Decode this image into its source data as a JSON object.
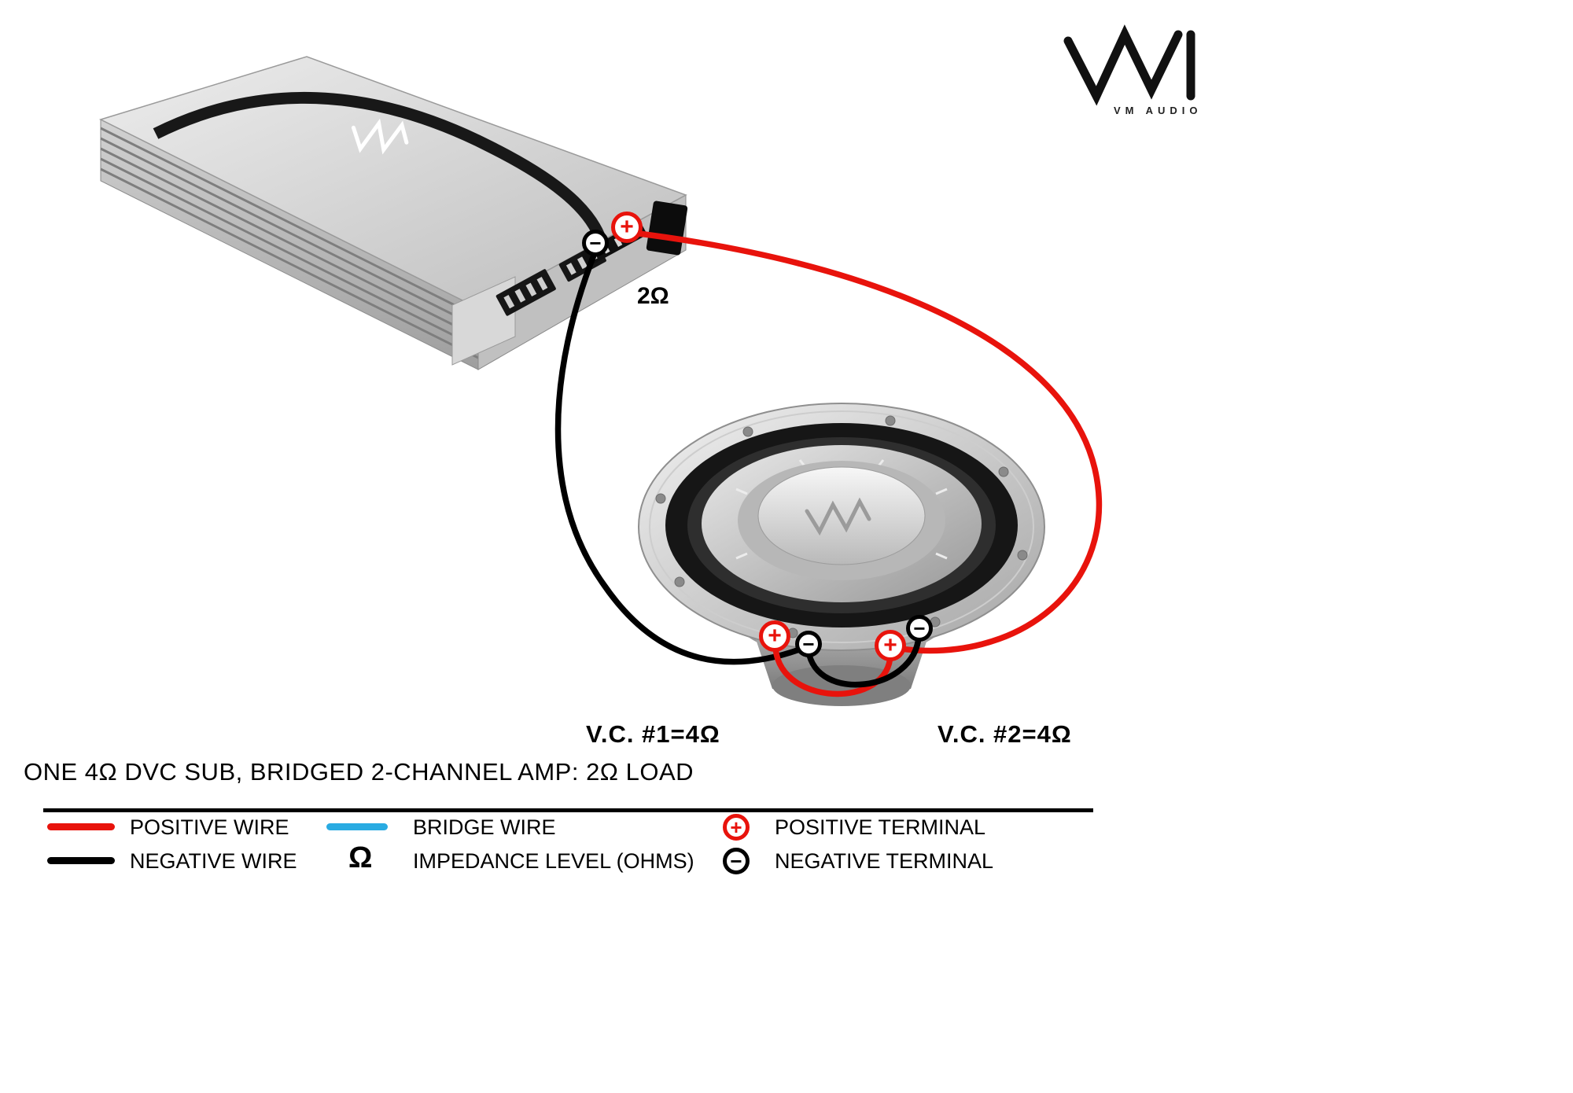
{
  "brand": {
    "name": "VM AUDIO"
  },
  "diagram": {
    "amp_ohm_label": "2Ω",
    "vc1_label": "V.C. #1=4Ω",
    "vc2_label": "V.C. #2=4Ω",
    "plus": "+",
    "minus": "−"
  },
  "title": "ONE 4Ω DVC SUB, BRIDGED 2-CHANNEL AMP: 2Ω LOAD",
  "legend": {
    "positive_wire": "POSITIVE WIRE",
    "negative_wire": "NEGATIVE WIRE",
    "bridge_wire": "BRIDGE WIRE",
    "impedance_symbol": "Ω",
    "impedance_label": "IMPEDANCE LEVEL (OHMS)",
    "positive_terminal": "POSITIVE TERMINAL",
    "negative_terminal": "NEGATIVE TERMINAL"
  },
  "colors": {
    "positive_wire": "#e8130c",
    "negative_wire": "#000000",
    "bridge_wire": "#29abe2"
  }
}
